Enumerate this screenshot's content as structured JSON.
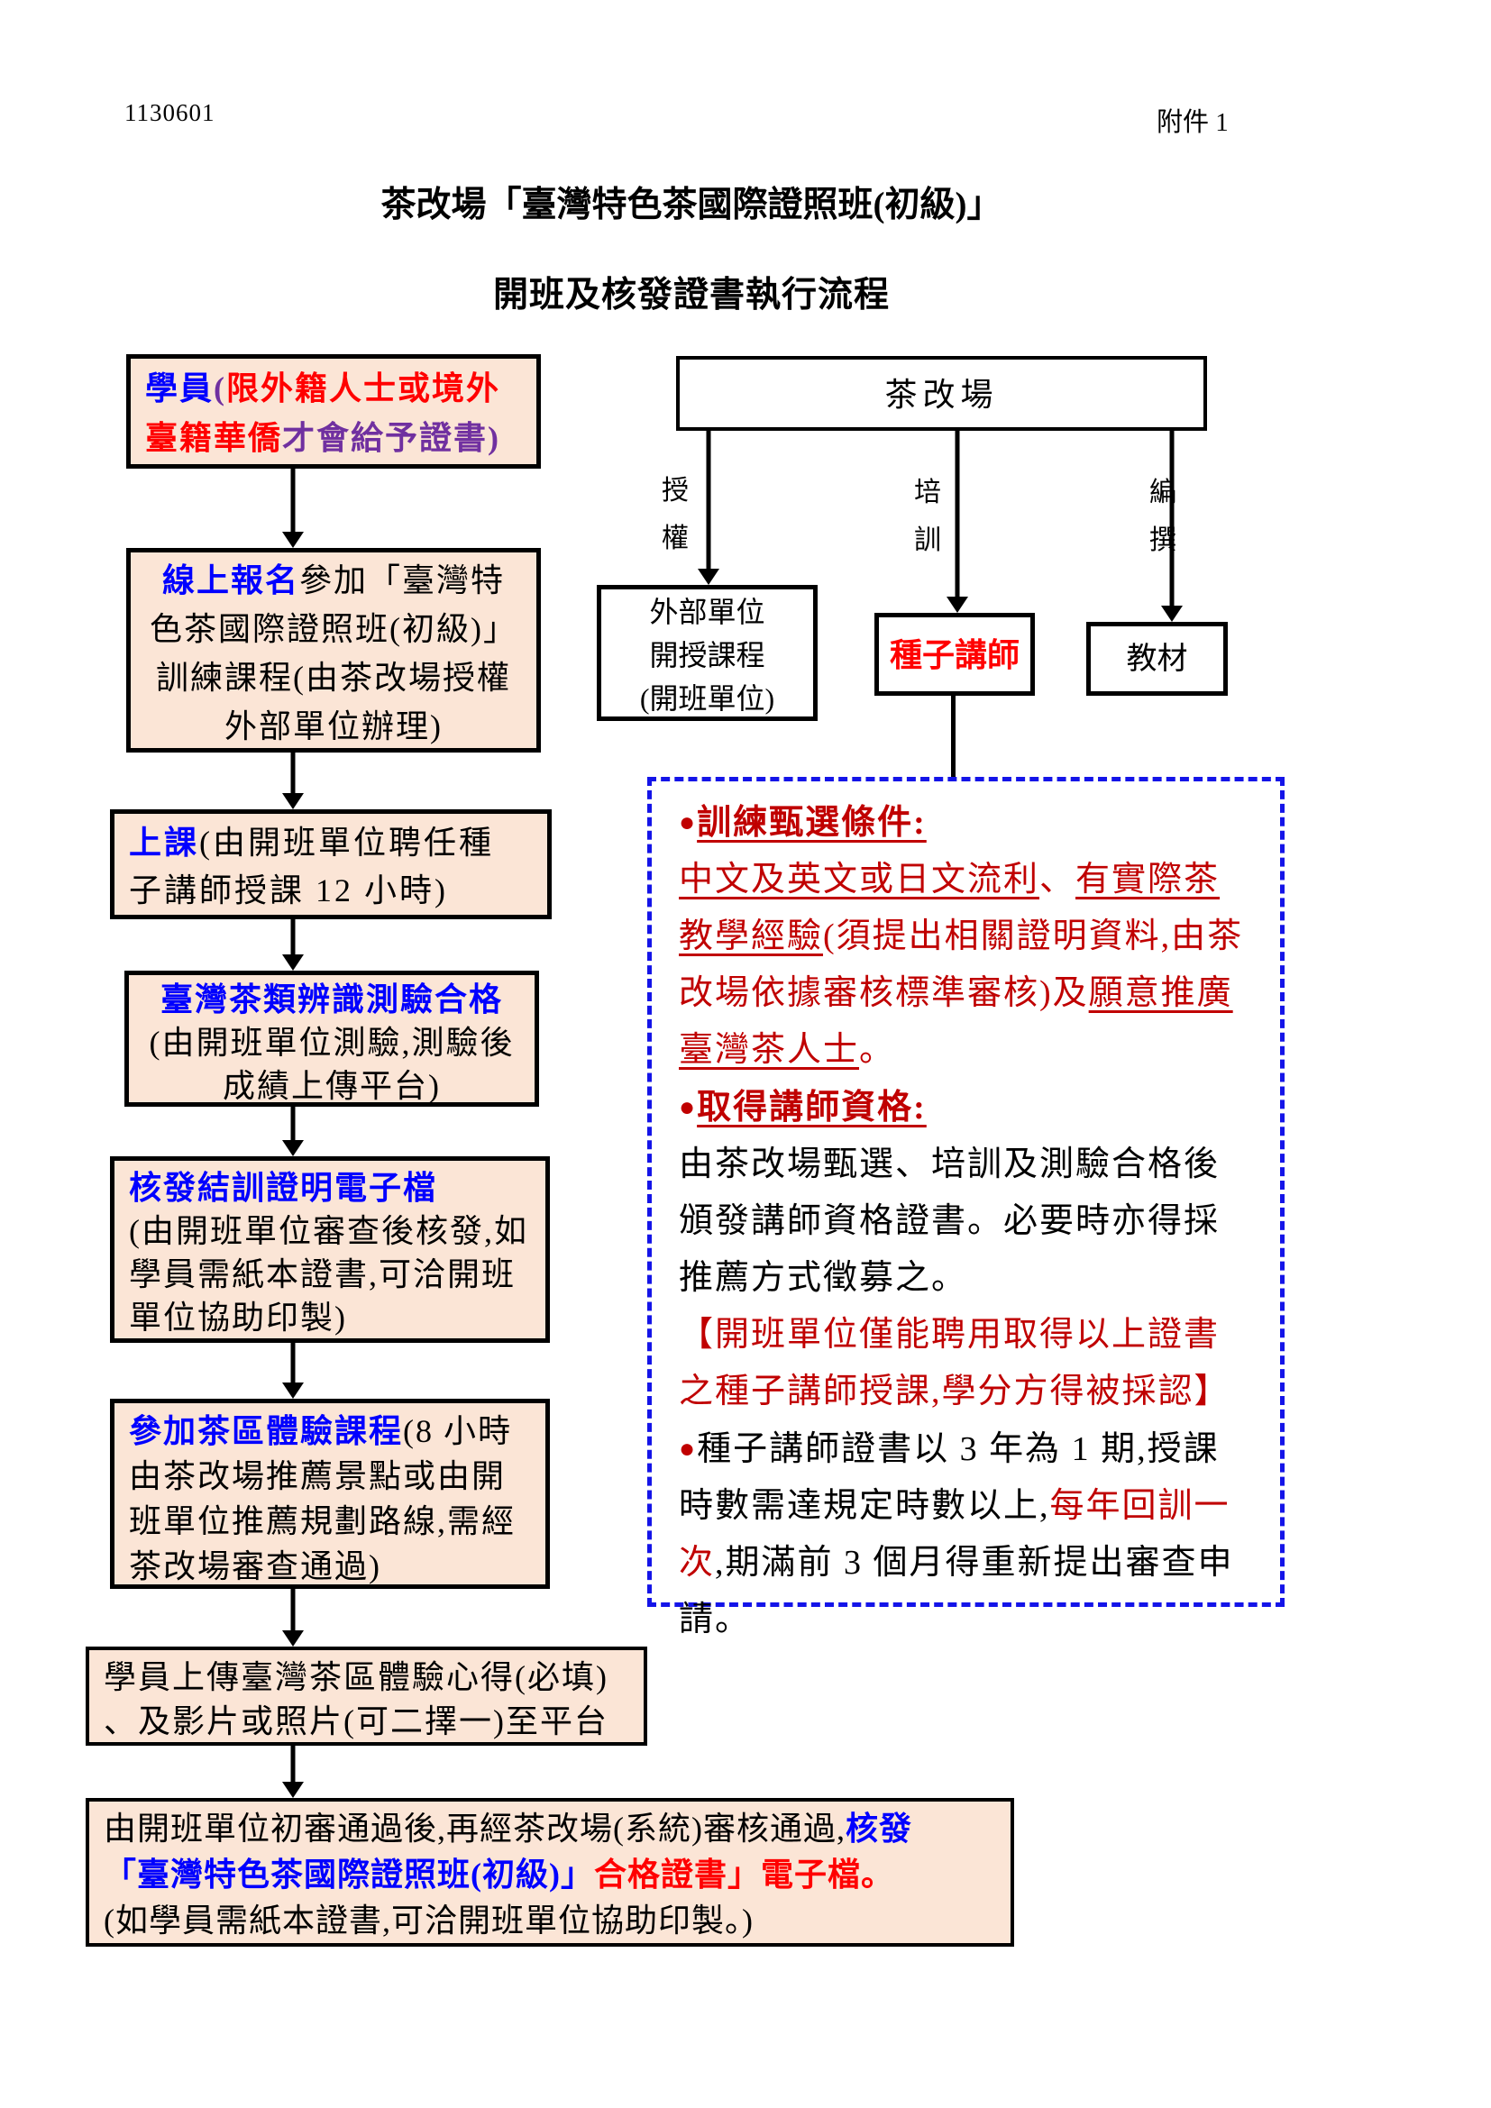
{
  "colors": {
    "box_fill": "#FBE5D6",
    "blue_text": "#0000FF",
    "red_text": "#FF0000",
    "purple_text": "#7030A0",
    "dark_red": "#C00000",
    "dashed_border_blue": "#1414E8"
  },
  "header": {
    "doc_number": "1130601",
    "attachment": "附件 1"
  },
  "title": {
    "line1": "茶改場「臺灣特色茶國際證照班(初級)」",
    "line2": "開班及核發證書執行流程"
  },
  "left_flow": {
    "box1": {
      "lead": "學員",
      "paren_open": "(",
      "red": "限外籍人士或境外臺籍華僑",
      "purple_tail": "才會給予證書)"
    },
    "box2": {
      "lead": "線上報名",
      "rest": "參加「臺灣特色茶國際證照班(初級)」訓練課程(由茶改場授權外部單位辦理)"
    },
    "box3": {
      "lead": "上課",
      "rest": "(由開班單位聘任種子講師授課 12 小時)"
    },
    "box4": {
      "lead": "臺灣茶類辨識測驗合格",
      "rest": "(由開班單位測驗,測驗後成績上傳平台)"
    },
    "box5": {
      "lead": "核發結訓證明電子檔",
      "rest": "(由開班單位審查後核發,如學員需紙本證書,可洽開班單位協助印製)"
    },
    "box6": {
      "lead": "參加茶區體驗課程",
      "rest": "(8 小時由茶改場推薦景點或由開班單位推薦規劃路線,需經茶改場審查通過)"
    },
    "box7": {
      "line1": "學員上傳臺灣茶區體驗心得(必填)",
      "line2": "、及影片或照片(可二擇一)至平台"
    },
    "box8": {
      "line1_black": "由開班單位初審通過後,再經茶改場(系統)審核通過,",
      "line1_blue": "核發",
      "line2_blue": "「臺灣特色茶國際證照班(初級)」",
      "line2_red": "合格證書」電子檔。",
      "line3_black": "(如學員需紙本證書,可洽開班單位協助印製。)"
    }
  },
  "right_flow": {
    "org": "茶改場",
    "branch_labels": [
      "授權",
      "培訓",
      "編撰"
    ],
    "external_box_lines": [
      "外部單位",
      "開授課程",
      "(開班單位)"
    ],
    "seed_teacher": "種子講師",
    "material": "教材"
  },
  "notes": {
    "p1_bullet": "●",
    "p1_title": "訓練甄選條件:",
    "p2_u1": "中文及英文或日文流利",
    "p2_t1": "、",
    "p2_u2": "有實際茶教學經驗",
    "p2_t2": "(須提出相關證明資料,由茶改場依據審核標準審核)及",
    "p2_u3": "願意推廣臺灣茶人士",
    "p2_t3": "。",
    "p3_bullet": "●",
    "p3_title": "取得講師資格:",
    "p4": "由茶改場甄選、培訓及測驗合格後頒發講師資格證書。必要時亦得採推薦方式徵募之。",
    "p5": "【開班單位僅能聘用取得以上證書之種子講師授課,學分方得被採認】",
    "p6_bullet": "●",
    "p6_a": "種子講師證書以 3 年為 1 期,授課時數需達規定時數以上,",
    "p6_red": "每年回訓一次",
    "p6_b": ",期滿前 3 個月得重新提出審查申請。"
  }
}
